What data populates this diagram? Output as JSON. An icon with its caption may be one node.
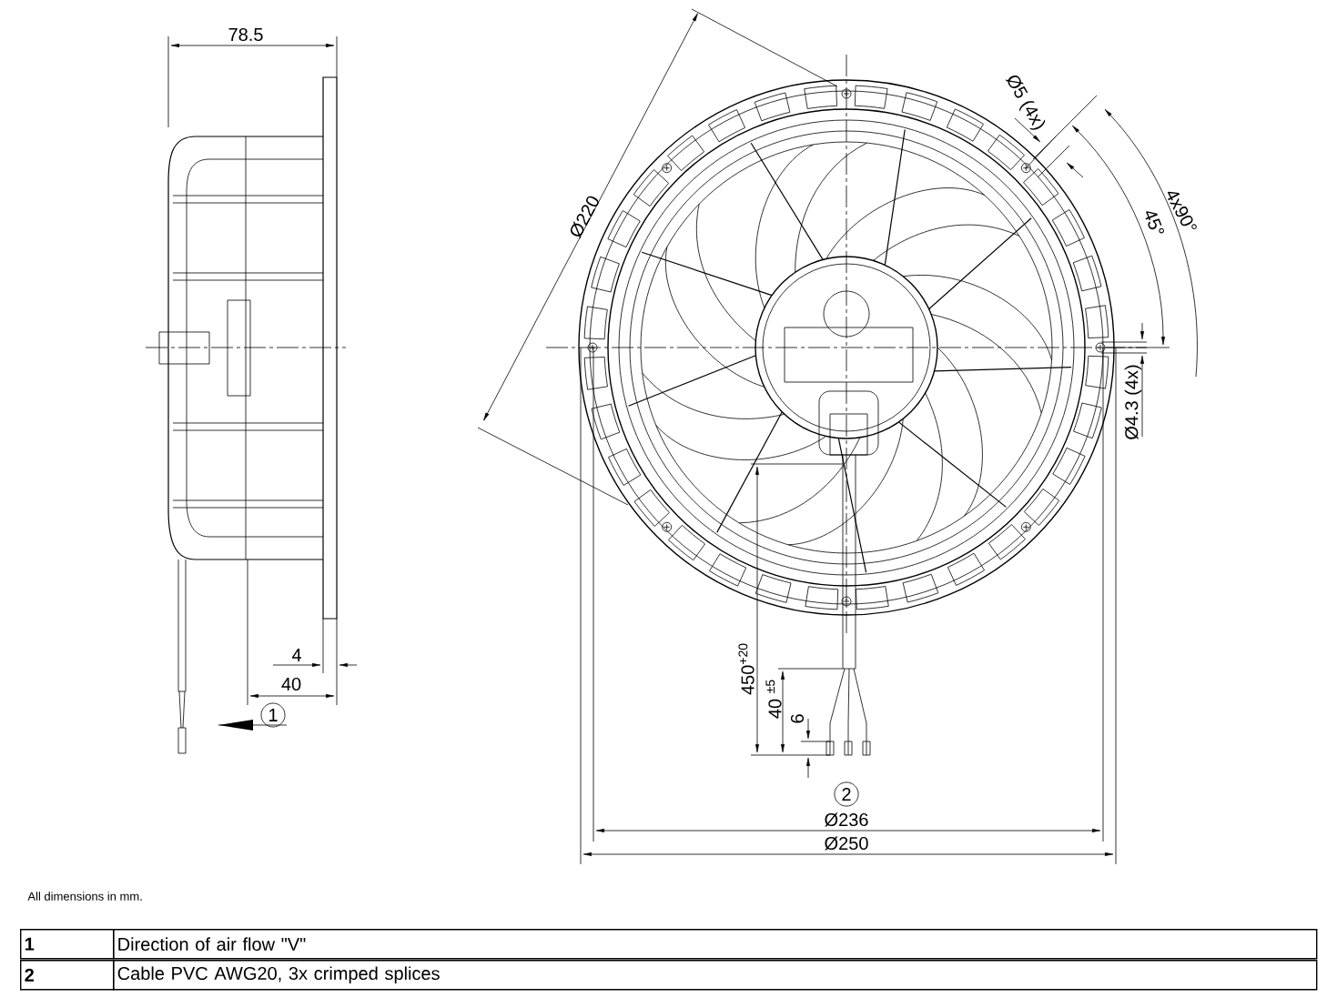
{
  "diagram": {
    "labels": [
      "78.5",
      "Ø220",
      "Ø5 (4x)",
      "4x90°",
      "45°",
      "Ø4.3 (4x)",
      "4",
      "40",
      "1",
      "450$^{+20}$",
      "40 $^{±5}$",
      "6",
      "2",
      "Ø236",
      "Ø250",
      "All dimensions in mm.",
      "1",
      "Direction of air flow \"V\"",
      "2",
      "Cable PVC AWG20, 3x crimped splices"
    ]
  }
}
